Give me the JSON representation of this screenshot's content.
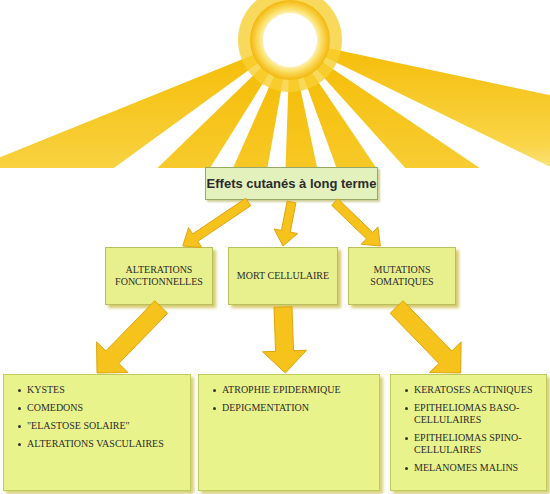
{
  "diagram": {
    "nodes": [
      {
        "text": [
          "Effets cutanés à long terme"
        ]
      },
      {
        "text": [
          "ALTERATIONS FONCTIONNELLES"
        ]
      },
      {
        "text": [
          "MORT CELLULAIRE"
        ]
      },
      {
        "text": [
          "MUTATIONS SOMATIQUES"
        ]
      },
      {
        "text": [
          "KYSTES",
          "COMEDONS",
          "\"ELASTOSE SOLAIRE\"",
          "ALTERATIONS VASCULAIRES"
        ]
      },
      {
        "text": [
          "ATROPHIE EPIDERMIQUE",
          "DEPIGMENTATION"
        ]
      },
      {
        "text": [
          "KERATOSES ACTINIQUES",
          "EPITHELIOMAS BASO-CELLULAIRES",
          "EPITHELIOMAS SPINO-CELLULAIRES",
          "MELANOMES MALINS"
        ]
      }
    ],
    "edges": [
      {
        "from": 0,
        "to": 1,
        "arrow": "to"
      },
      {
        "from": 0,
        "to": 2,
        "arrow": "to"
      },
      {
        "from": 0,
        "to": 3,
        "arrow": "to"
      },
      {
        "from": 1,
        "to": 4,
        "arrow": "to"
      },
      {
        "from": 2,
        "to": 5,
        "arrow": "to"
      },
      {
        "from": 3,
        "to": 6,
        "arrow": "to"
      }
    ]
  }
}
